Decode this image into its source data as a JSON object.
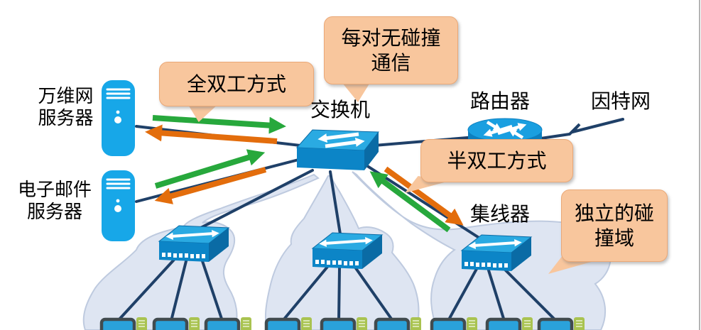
{
  "devices": {
    "www_server": {
      "line1": "万维网",
      "line2": "服务器"
    },
    "email_server": {
      "line1": "电子邮件",
      "line2": "服务器"
    },
    "switch": {
      "label": "交换机"
    },
    "router": {
      "label": "路由器"
    },
    "internet": {
      "label": "因特网"
    },
    "hub": {
      "label": "集线器"
    }
  },
  "callouts": {
    "full_duplex": {
      "text": "全双工方式"
    },
    "no_collision": {
      "line1": "每对无碰撞",
      "line2": "通信"
    },
    "half_duplex": {
      "text": "半双工方式"
    },
    "collision_domain": {
      "line1": "独立的碰",
      "line2": "撞域"
    }
  },
  "colors": {
    "link_line": "#1f4068",
    "arrow_green": "#27a83c",
    "arrow_orange": "#e36d0c",
    "callout_fill": "#f8c69d",
    "callout_border": "#eaa877",
    "cloud_fill": "#dee5f2",
    "cloud_border": "#becadf",
    "device_blue": "#17a7e8",
    "switch_top": "#2aaae2",
    "switch_front": "#0c85c7",
    "switch_side": "#0a6ba5",
    "monitor_fill": "#2aa2db",
    "monitor_border": "#414b4f",
    "tower_green": "#a9c350",
    "page_edge": "#b3b3b3"
  }
}
